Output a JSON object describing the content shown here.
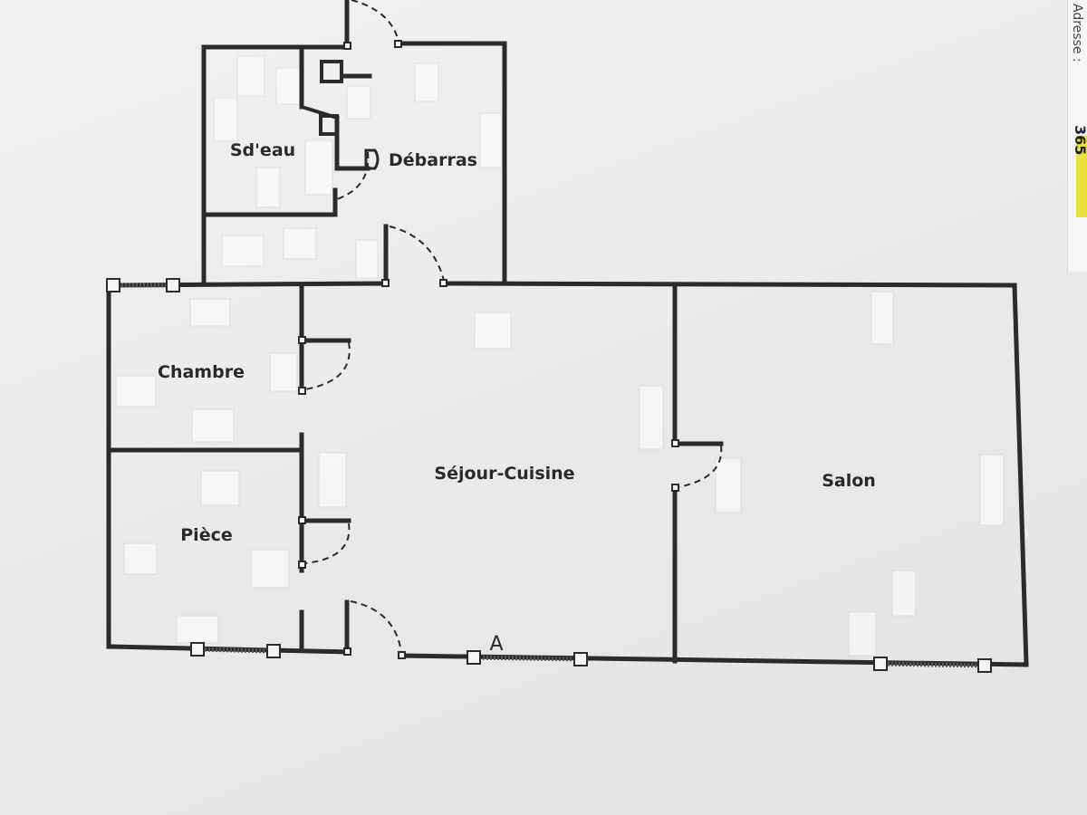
{
  "floor_plan": {
    "rooms": [
      {
        "id": "sdeau",
        "label": "Sd'eau"
      },
      {
        "id": "debarras",
        "label": "Débarras"
      },
      {
        "id": "chambre",
        "label": "Chambre"
      },
      {
        "id": "piece",
        "label": "Pièce"
      },
      {
        "id": "sejour",
        "label": "Séjour-Cuisine"
      },
      {
        "id": "salon",
        "label": "Salon"
      }
    ],
    "marker": "A"
  },
  "edge_document": {
    "address_text": "Adresse :",
    "number_text": "365"
  }
}
